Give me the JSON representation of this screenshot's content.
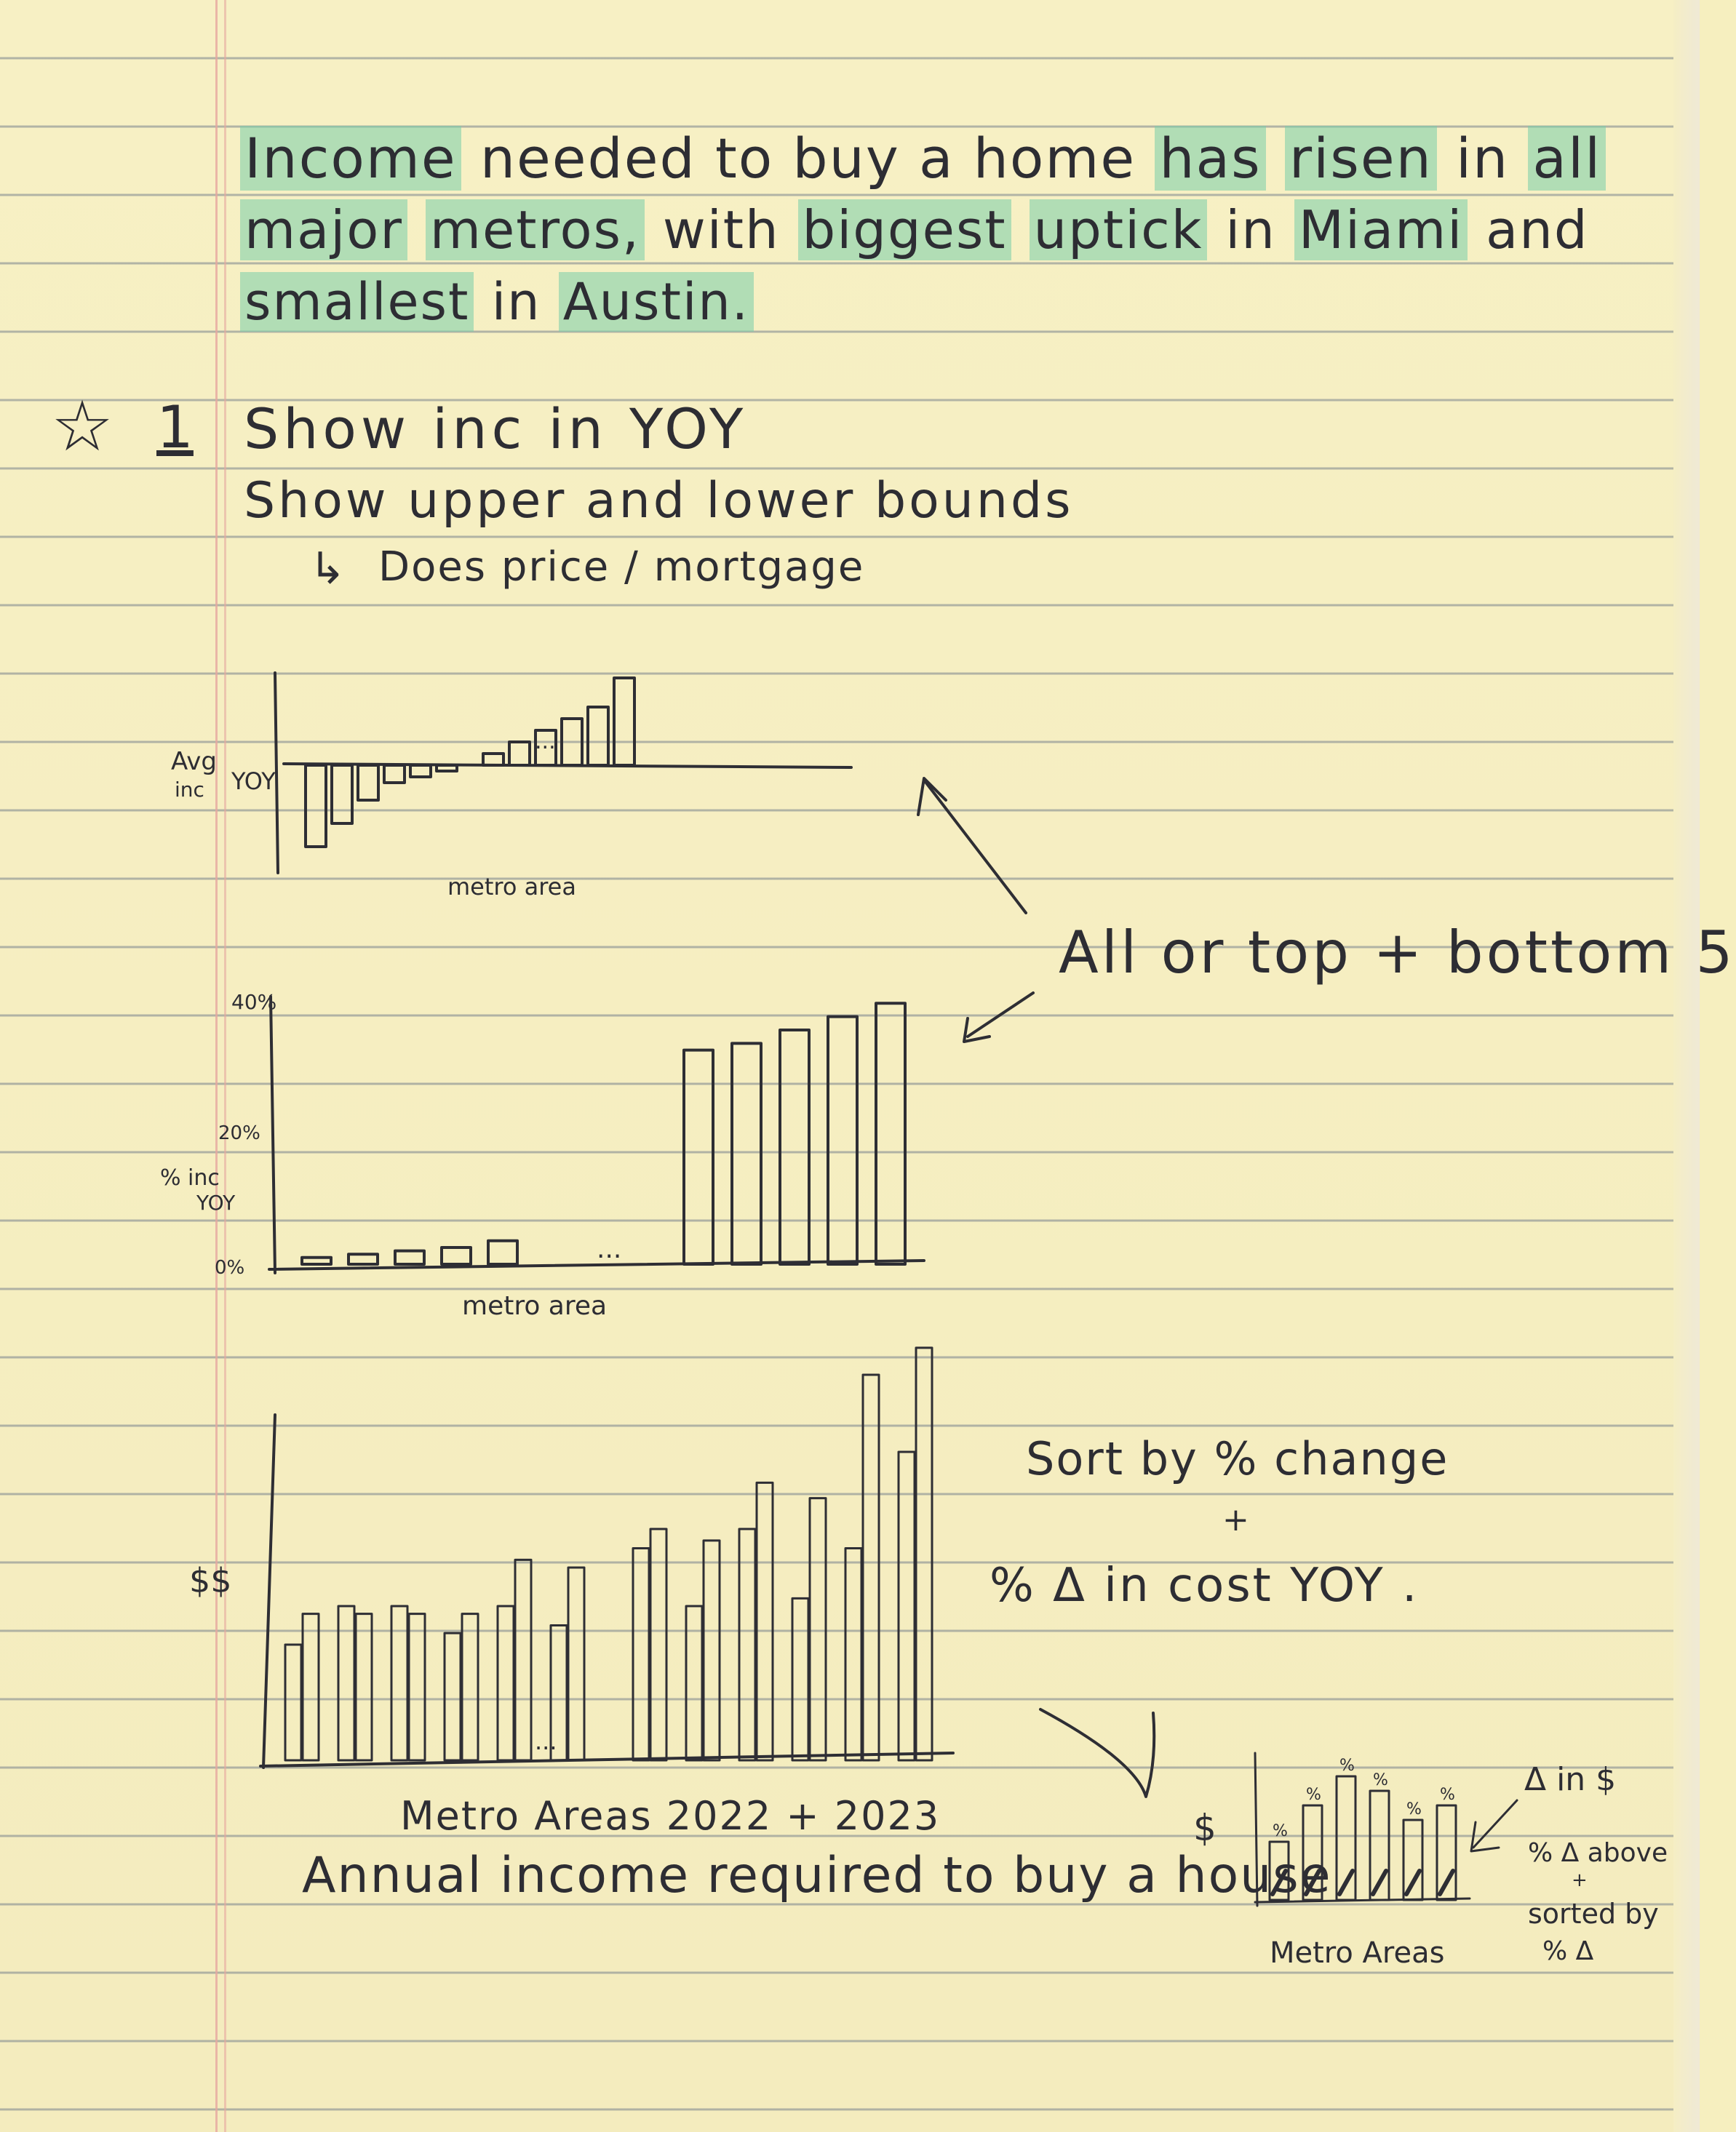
{
  "headline": {
    "line1": [
      "Income",
      "needed",
      "to",
      "buy",
      "a",
      "home",
      "has",
      "risen",
      "in",
      "all"
    ],
    "line2": [
      "major",
      "metros,",
      "with",
      "biggest",
      "uptick",
      "in",
      "Miami",
      "and"
    ],
    "line3": [
      "smallest",
      "in",
      "Austin."
    ]
  },
  "notes": {
    "star_glyph": "☆",
    "item_number": "1",
    "show_inc": "Show inc in YOY",
    "show_bounds": "Show upper and lower bounds",
    "arrow_glyph": "↳",
    "does_price": "Does price / mortgage",
    "all_or_top": "All or top + bottom 5",
    "sort_by": "Sort by % change",
    "plus": "+",
    "pct_delta_cost": "% Δ in cost YOY ."
  },
  "sketch_diverging": {
    "ylabel_top": "Avg",
    "ylabel_mid": "inc",
    "ylabel_right": "YOY",
    "ellipsis": "...",
    "xlabel": "metro area",
    "values": [
      -0.7,
      -0.5,
      -0.3,
      -0.15,
      -0.1,
      -0.05,
      0.1,
      0.2,
      0.3,
      0.4,
      0.5,
      0.75
    ]
  },
  "sketch_percent": {
    "tick_top": "40%",
    "tick_mid": "20%",
    "tick_zero": "0%",
    "ylabel_1": "% inc",
    "ylabel_2": "YOY",
    "ellipsis": "...",
    "xlabel": "metro area",
    "values": [
      1,
      1.5,
      2,
      2.5,
      3.5,
      32,
      33,
      35,
      37,
      39
    ]
  },
  "sketch_paired": {
    "ylabel": "$$",
    "ellipsis": "...",
    "xlabel": "Metro Areas  2022 + 2023",
    "caption": "Annual income required to buy a house",
    "values_2022": [
      30,
      40,
      40,
      33,
      40,
      35,
      55,
      40,
      60,
      42,
      55,
      80
    ],
    "values_2023": [
      38,
      38,
      38,
      38,
      52,
      50,
      60,
      57,
      72,
      68,
      100,
      107
    ]
  },
  "sketch_small": {
    "ylabel": "$",
    "xlabel": "Metro Areas",
    "pct_glyph": "%",
    "right_1": "Δ in $",
    "right_2": "% Δ above",
    "right_3": "+",
    "right_4": "sorted by",
    "right_5": "% Δ"
  }
}
